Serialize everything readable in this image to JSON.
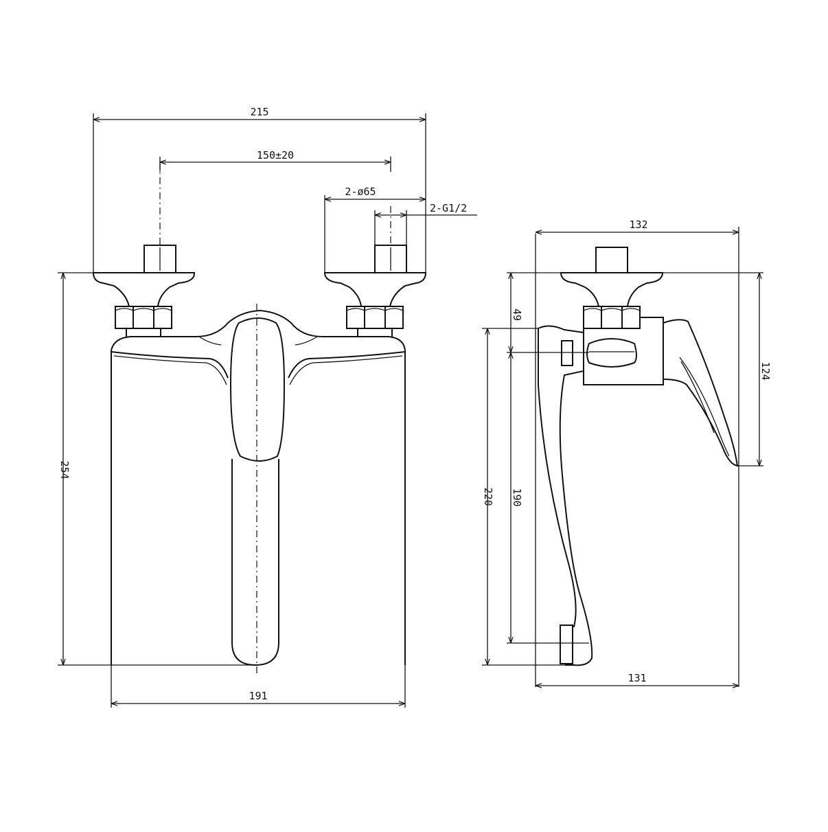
{
  "front_view": {
    "dims": {
      "overall_width": "215",
      "center_distance": "150±20",
      "flange_diameter": "2-ø65",
      "thread": "2-G1/2",
      "height": "254",
      "body_width": "191"
    }
  },
  "side_view": {
    "dims": {
      "depth_top": "132",
      "depth_bottom": "131",
      "handle_height": "124",
      "outlet_offset": "49",
      "spout_height": "220",
      "outlet_height": "190"
    }
  }
}
